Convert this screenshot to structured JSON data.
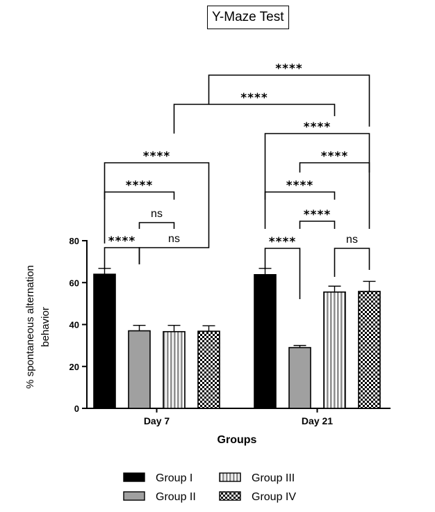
{
  "chart_data": {
    "type": "bar",
    "title": "Y-Maze Test",
    "xlabel": "Groups",
    "ylabel": "% spontaneous alternation behavior",
    "ylim": [
      0,
      80
    ],
    "yticks": [
      0,
      20,
      40,
      60,
      80
    ],
    "categories": [
      "Day 7",
      "Day 21"
    ],
    "series": [
      {
        "name": "Group I",
        "values": [
          64,
          63.8
        ],
        "errors": [
          2.8,
          3.0
        ],
        "pattern": "solid",
        "color": "#000000"
      },
      {
        "name": "Group II",
        "values": [
          37,
          29
        ],
        "errors": [
          2.6,
          1.0
        ],
        "pattern": "solid",
        "color": "#a0a0a0"
      },
      {
        "name": "Group III",
        "values": [
          36.6,
          55.5
        ],
        "errors": [
          3.0,
          2.8
        ],
        "pattern": "vertical-stripes",
        "color": "#909090"
      },
      {
        "name": "Group IV",
        "values": [
          36.8,
          55.8
        ],
        "errors": [
          2.6,
          4.8
        ],
        "pattern": "checkerboard",
        "color": "#000000"
      }
    ],
    "legend_placement": "bottom",
    "grid": false,
    "significance": [
      {
        "label": "****",
        "from": [
          0,
          0
        ],
        "to": [
          0,
          1
        ]
      },
      {
        "label": "ns",
        "from": [
          0,
          1
        ],
        "to": [
          0,
          3
        ]
      },
      {
        "label": "ns",
        "from": [
          0,
          1
        ],
        "to": [
          0,
          2
        ]
      },
      {
        "label": "****",
        "from": [
          0,
          0
        ],
        "to": [
          0,
          2
        ]
      },
      {
        "label": "****",
        "from": [
          0,
          0
        ],
        "to": [
          0,
          3
        ]
      },
      {
        "label": "****",
        "from": [
          1,
          0
        ],
        "to": [
          1,
          1
        ]
      },
      {
        "label": "ns",
        "from": [
          1,
          2
        ],
        "to": [
          1,
          3
        ]
      },
      {
        "label": "****",
        "from": [
          1,
          1
        ],
        "to": [
          1,
          2
        ]
      },
      {
        "label": "****",
        "from": [
          1,
          0
        ],
        "to": [
          1,
          2
        ]
      },
      {
        "label": "****",
        "from": [
          1,
          1
        ],
        "to": [
          1,
          3
        ]
      },
      {
        "label": "****",
        "from": [
          1,
          0
        ],
        "to": [
          1,
          3
        ]
      },
      {
        "label": "****",
        "from": [
          0,
          2
        ],
        "to": [
          1,
          2
        ]
      },
      {
        "label": "****",
        "from": [
          0,
          3
        ],
        "to": [
          1,
          3
        ]
      }
    ]
  }
}
